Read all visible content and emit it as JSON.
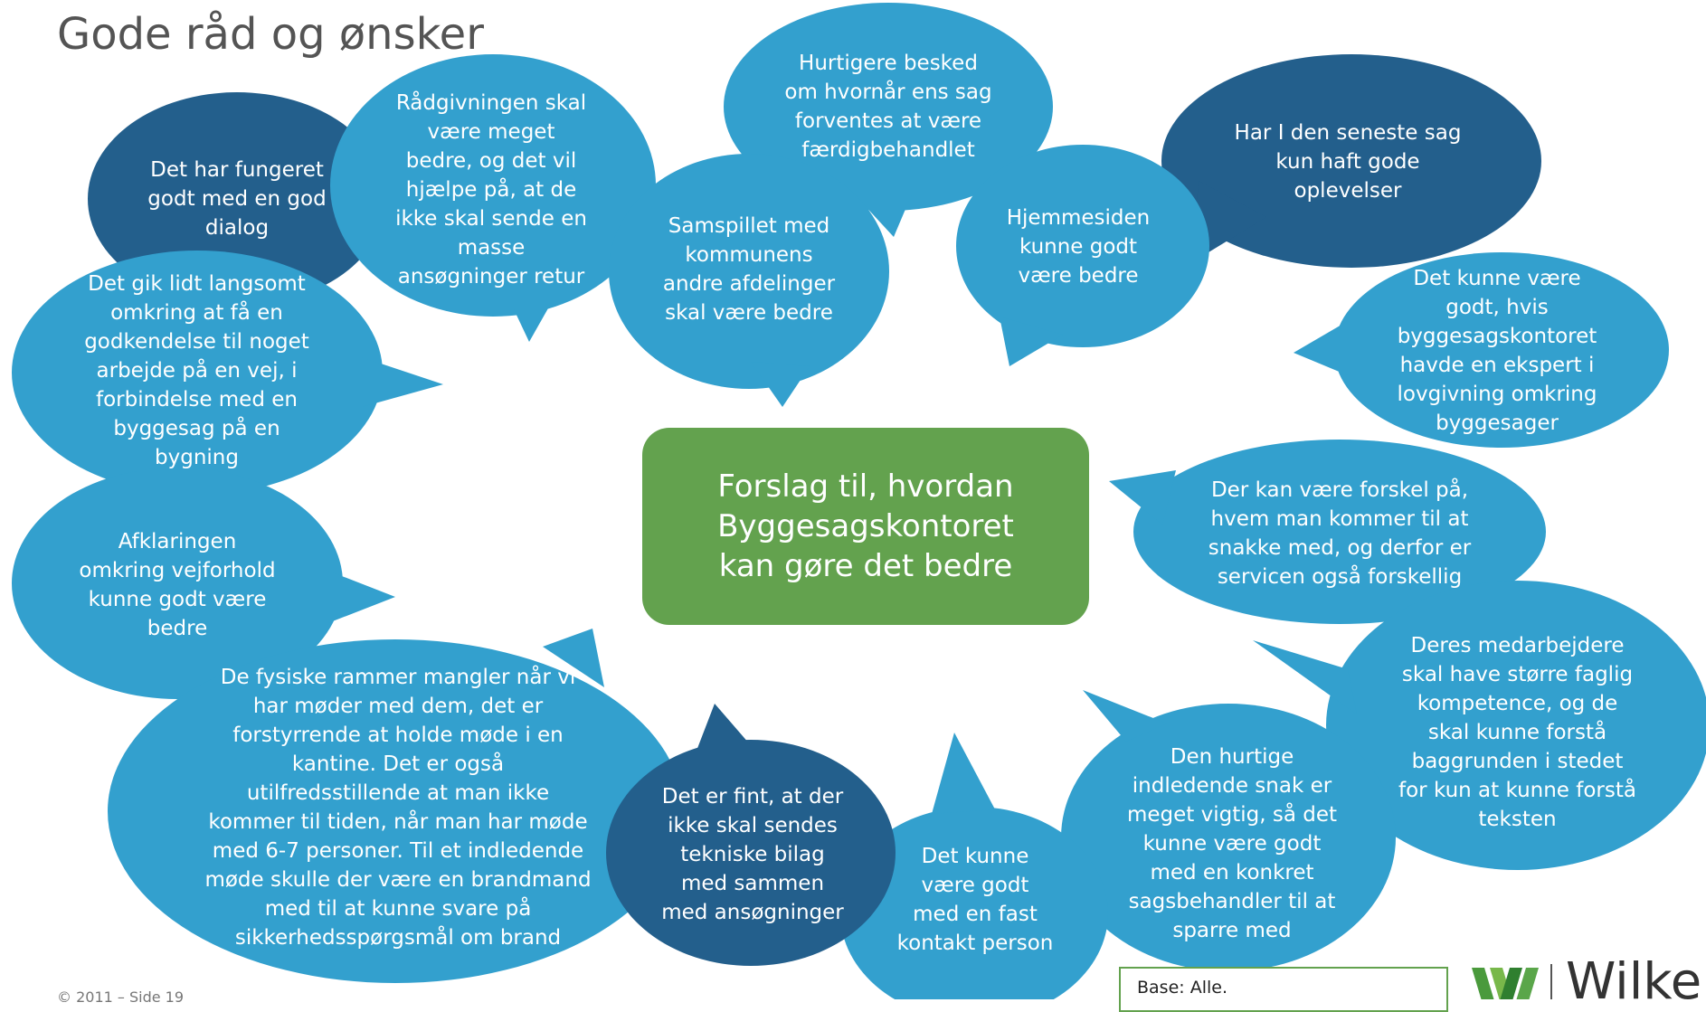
{
  "title": "Gode råd og ønsker",
  "center": "Forslag til, hvordan Byggesagskontoret kan gøre det bedre",
  "colors": {
    "medium_blue": "#33a0ce",
    "dark_blue": "#235f8c",
    "green": "#63a24e"
  },
  "bubbles": [
    {
      "id": "fungeret",
      "text": "Det har fungeret godt med en god dialog",
      "color": "dark"
    },
    {
      "id": "seneste-sag",
      "text": "Har I den seneste sag kun haft gode oplevelser",
      "color": "dark"
    },
    {
      "id": "hurtigere-besked",
      "text": "Hurtigere besked om hvornår ens sag forventes at være færdigbehandlet",
      "color": "medium"
    },
    {
      "id": "raadgivning",
      "text": "Rådgivningen skal være meget bedre, og det vil hjælpe på, at de ikke skal sende en masse ansøgninger retur",
      "color": "medium"
    },
    {
      "id": "samspil",
      "text": "Samspillet med kommunens andre afdelinger skal være bedre",
      "color": "medium"
    },
    {
      "id": "hjemmeside",
      "text": "Hjemmesiden kunne godt være bedre",
      "color": "medium"
    },
    {
      "id": "langsomt",
      "text": "Det gik lidt langsomt omkring at få en godkendelse til noget arbejde på en vej, i forbindelse med en byggesag på en bygning",
      "color": "medium"
    },
    {
      "id": "ekspert",
      "text": "Det kunne være godt, hvis byggesagskontoret havde en ekspert i lovgivning omkring byggesager",
      "color": "medium"
    },
    {
      "id": "forskel",
      "text": "Der kan være forskel på, hvem man kommer til at snakke med, og derfor er servicen også forskellig",
      "color": "medium"
    },
    {
      "id": "vejforhold",
      "text": "Afklaringen omkring vejforhold kunne godt være bedre",
      "color": "medium"
    },
    {
      "id": "fysiske-rammer",
      "text": "De fysiske rammer mangler når vi har møder med dem, det er forstyrrende at holde møde i en kantine. Det er også utilfredsstillende at man ikke kommer til tiden, når man har møde med 6-7 personer. Til et indledende møde skulle der være en brandmand med til at kunne svare på sikkerhedsspørgsmål om brand",
      "color": "medium"
    },
    {
      "id": "medarbejdere",
      "text": "Deres medarbejdere skal have større faglig kompetence, og de skal kunne forstå baggrunden i stedet for kun at kunne forstå teksten",
      "color": "medium"
    },
    {
      "id": "hurtige-snak",
      "text": "Den hurtige indledende snak er meget vigtig, så det kunne være godt med en konkret sagsbehandler til at sparre med",
      "color": "medium"
    },
    {
      "id": "kontakt",
      "text": "Det kunne være godt med en fast kontakt person",
      "color": "medium"
    },
    {
      "id": "tekniske-bilag",
      "text": "Det er fint, at der ikke skal sendes tekniske bilag med sammen med ansøgninger",
      "color": "dark"
    }
  ],
  "base_label": "Base: Alle.",
  "footer": "© 2011 – Side 19",
  "logo_text": "Wilke"
}
